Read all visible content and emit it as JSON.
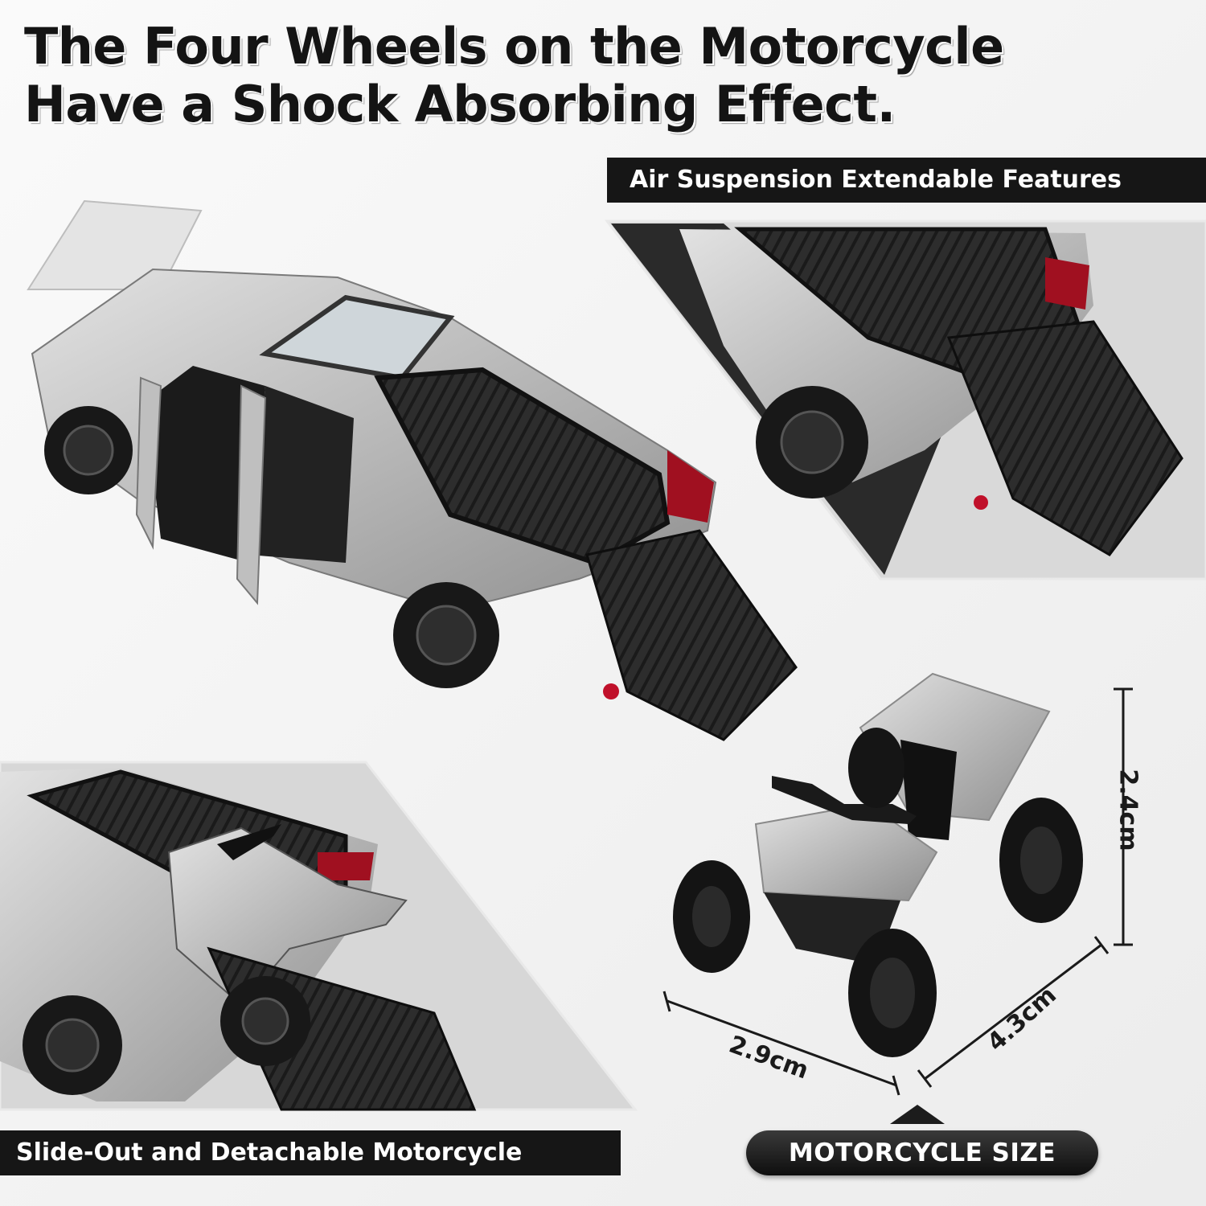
{
  "headline": {
    "line1": "The Four Wheels on the Motorcycle",
    "line2": "Have a Shock Absorbing Effect."
  },
  "labels": {
    "air_suspension": "Air Suspension Extendable Features",
    "slide_out": "Slide-Out and Detachable Motorcycle",
    "motorcycle_size": "MOTORCYCLE SIZE"
  },
  "dimensions": {
    "height": "2.4cm",
    "width": "2.9cm",
    "depth": "4.3cm"
  },
  "colors": {
    "background": "#f4f4f4",
    "banner": "#161616",
    "body_silver": "#b9b9b9",
    "tail_light": "#c0102a"
  }
}
